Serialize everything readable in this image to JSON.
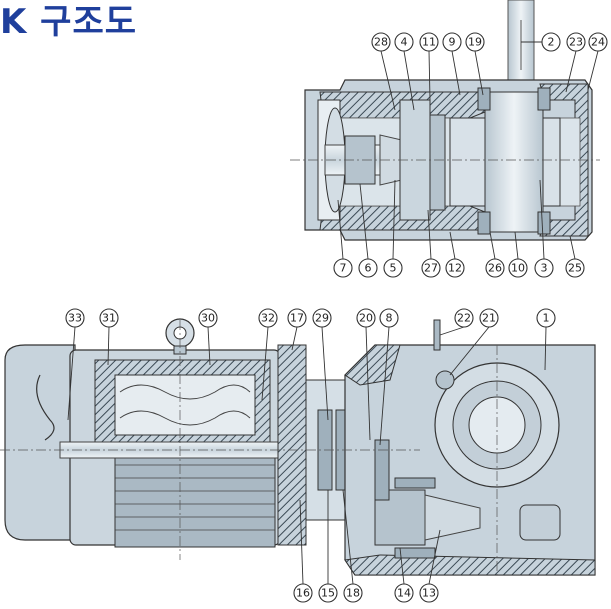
{
  "title": "K 구조도",
  "upper_callouts": {
    "top": [
      "28",
      "4",
      "11",
      "9",
      "19",
      "2",
      "23",
      "24"
    ],
    "bottom": [
      "7",
      "6",
      "5",
      "27",
      "12",
      "26",
      "10",
      "3",
      "25"
    ]
  },
  "lower_callouts": {
    "top": [
      "33",
      "31",
      "30",
      "32",
      "17",
      "29",
      "20",
      "8",
      "22",
      "21",
      "1"
    ],
    "bottom": [
      "16",
      "15",
      "18",
      "14",
      "13"
    ]
  },
  "colors": {
    "title": "#1f3f9c",
    "housing": "#c7d3dc",
    "housing_dark": "#8fa1ad",
    "hatch": "#3b4a55",
    "shaft": "#e4ebf0"
  }
}
